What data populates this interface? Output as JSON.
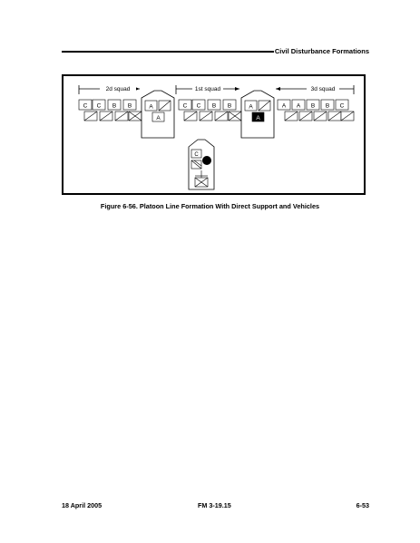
{
  "header": {
    "title": "Civil Disturbance Formations"
  },
  "figure": {
    "squad_labels": {
      "second": "2d squad",
      "first": "1st squad",
      "third": "3d squad"
    },
    "letters": {
      "second_squad": [
        "C",
        "C",
        "B",
        "B"
      ],
      "first_squad": [
        "C",
        "C",
        "B",
        "B"
      ],
      "third_squad": [
        "A",
        "A",
        "B",
        "B",
        "C"
      ],
      "left_vehicle": [
        "A",
        "A"
      ],
      "right_vehicle": [
        "A",
        "A"
      ],
      "rear_vehicle": [
        "C"
      ]
    },
    "caption": "Figure 6-56.  Platoon Line Formation With Direct Support and Vehicles"
  },
  "footer": {
    "date": "18 April 2005",
    "manual": "FM 3-19.15",
    "page": "6-53"
  }
}
